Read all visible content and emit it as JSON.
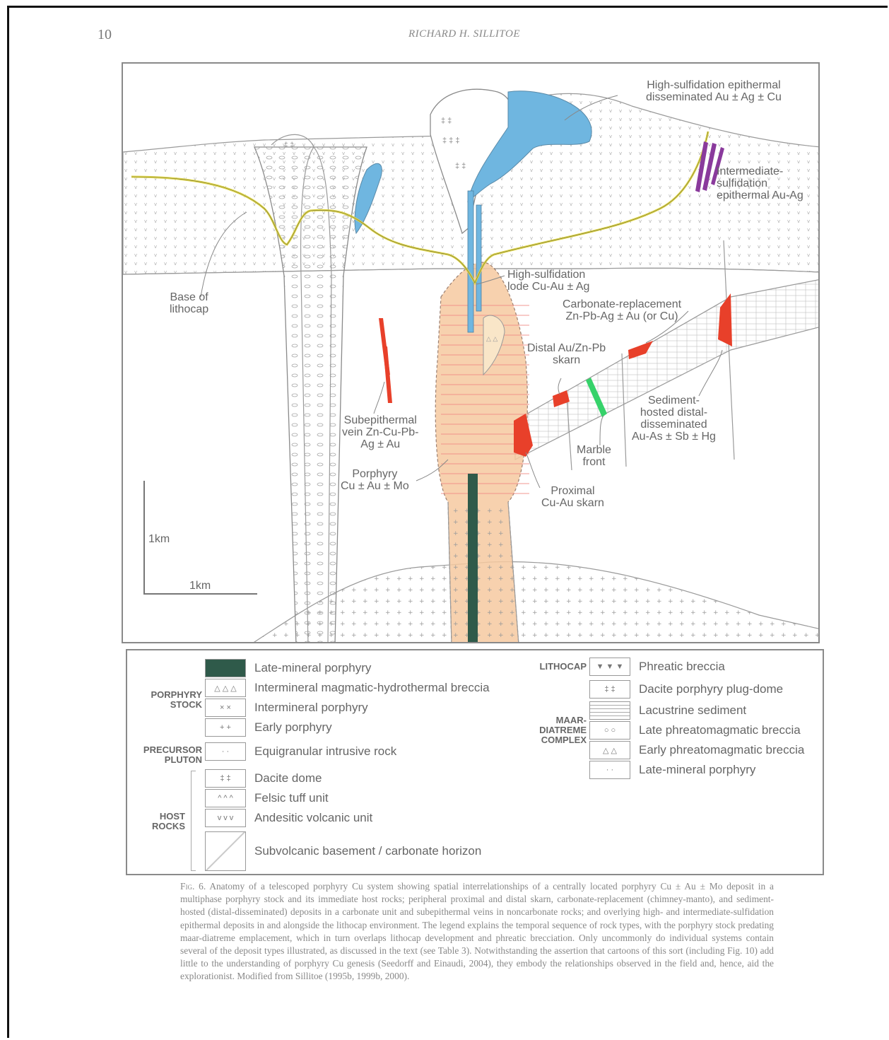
{
  "page": {
    "number": "10",
    "running_head": "RICHARD H. SILLITOE"
  },
  "figure": {
    "labels": {
      "hs_epithermal": "High-sulfidation epithermal\ndisseminated Au ± Ag ± Cu",
      "is_epithermal": "Intermediate-\nsulfidation\nepithermal Au-Ag",
      "base_lithocap": "Base of\nlithocap",
      "hs_lode": "High-sulfidation\nlode Cu-Au ± Ag",
      "carbonate_replacement": "Carbonate-replacement\nZn-Pb-Ag ± Au (or Cu)",
      "distal_skarn": "Distal Au/Zn-Pb\nskarn",
      "sediment_hosted": "Sediment-\nhosted distal-\ndisseminated\nAu-As ± Sb ± Hg",
      "subepithermal": "Subepithermal\nvein Zn-Cu-Pb-\nAg ± Au",
      "marble_front": "Marble\nfront",
      "porphyry": "Porphyry\nCu ± Au ± Mo",
      "proximal_skarn": "Proximal\nCu-Au skarn",
      "scale_v": "1km",
      "scale_h": "1km"
    }
  },
  "legend": {
    "groups": {
      "porphyry_stock": "PORPHYRY\nSTOCK",
      "precursor_pluton": "PRECURSOR\nPLUTON",
      "host_rocks": "HOST\nROCKS",
      "lithocap": "LITHOCAP",
      "maar_diatreme": "MAAR-\nDIATREME\nCOMPLEX"
    },
    "left_items": [
      "Late-mineral porphyry",
      "Intermineral magmatic-hydrothermal breccia",
      "Intermineral porphyry",
      "Early porphyry",
      "Equigranular intrusive rock",
      "Dacite dome",
      "Felsic tuff unit",
      "Andesitic volcanic unit",
      "Subvolcanic basement / carbonate horizon"
    ],
    "right_items": [
      "Phreatic breccia",
      "Dacite porphyry plug-dome",
      "Lacustrine sediment",
      "Late phreatomagmatic breccia",
      "Early phreatomagmatic breccia",
      "Late-mineral porphyry"
    ]
  },
  "caption": {
    "fig": "Fig. 6.",
    "text": "Anatomy of a telescoped porphyry Cu system showing spatial interrelationships of a centrally located porphyry Cu ± Au ± Mo deposit in a multiphase porphyry stock and its immediate host rocks; peripheral proximal and distal skarn, carbonate-replacement (chimney-manto), and sediment-hosted (distal-disseminated) deposits in a carbonate unit and subepithermal veins in noncarbonate rocks; and overlying high- and intermediate-sulfidation epithermal deposits in and alongside the lithocap environment. The legend explains the temporal sequence of rock types, with the porphyry stock predating maar-diatreme emplacement, which in turn overlaps lithocap development and phreatic brecciation. Only uncommonly do individual systems contain several of the deposit types illustrated, as discussed in the text (see Table 3). Notwithstanding the assertion that cartoons of this sort (including Fig. 10) add little to the understanding of porphyry Cu genesis (Seedorff and Einaudi, 2004), they embody the relationships observed in the field and, hence, aid the explorationist. Modified from Sillitoe (1995b, 1999b, 2000)."
  },
  "colors": {
    "lithocap_blue": "#6fb6e0",
    "porphyry_orange": "#f6caa0",
    "skarn_red": "#e8402a",
    "marble_green": "#36d26a",
    "lithocap_yellow": "#e0d64a",
    "is_purple": "#8a3a9c",
    "late_porphyry": "#2f5a4a"
  }
}
